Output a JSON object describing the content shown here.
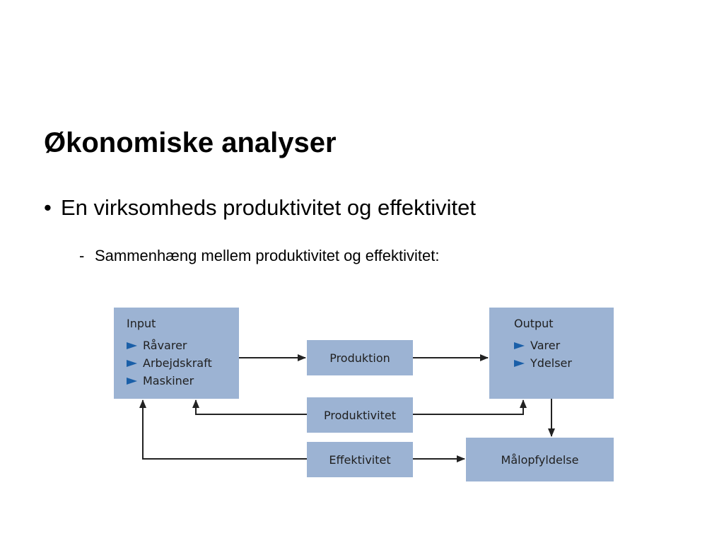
{
  "slide": {
    "title": "Økonomiske analyser",
    "bullet": "En virksomheds produktivitet og effektivitet",
    "sub_bullet": "Sammenhæng mellem produktivitet og effektivitet:"
  },
  "diagram": {
    "input": {
      "title": "Input",
      "items": [
        "Råvarer",
        "Arbejdskraft",
        "Maskiner"
      ]
    },
    "output": {
      "title": "Output",
      "items": [
        "Varer",
        "Ydelser"
      ]
    },
    "produktion": "Produktion",
    "produktivitet": "Produktivitet",
    "effektivitet": "Effektivitet",
    "malopfyldelse": "Målopfyldelse",
    "colors": {
      "box_fill": "#9cb3d3",
      "arrow": "#222222",
      "bullet_marker": "#1a5fa8"
    }
  }
}
